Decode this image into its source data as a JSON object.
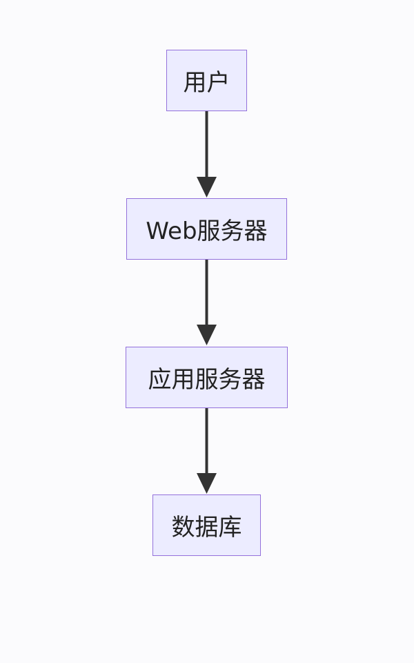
{
  "diagram": {
    "type": "flowchart",
    "direction": "top-to-bottom",
    "colors": {
      "node_fill": "#ececff",
      "node_border": "#9370db",
      "text": "#222222",
      "edge": "#333333",
      "background": "#fbfbfd"
    },
    "nodes": [
      {
        "id": "user",
        "label": "用户"
      },
      {
        "id": "web",
        "label": "Web服务器"
      },
      {
        "id": "app",
        "label": "应用服务器"
      },
      {
        "id": "db",
        "label": "数据库"
      }
    ],
    "edges": [
      {
        "from": "user",
        "to": "web"
      },
      {
        "from": "web",
        "to": "app"
      },
      {
        "from": "app",
        "to": "db"
      }
    ]
  }
}
